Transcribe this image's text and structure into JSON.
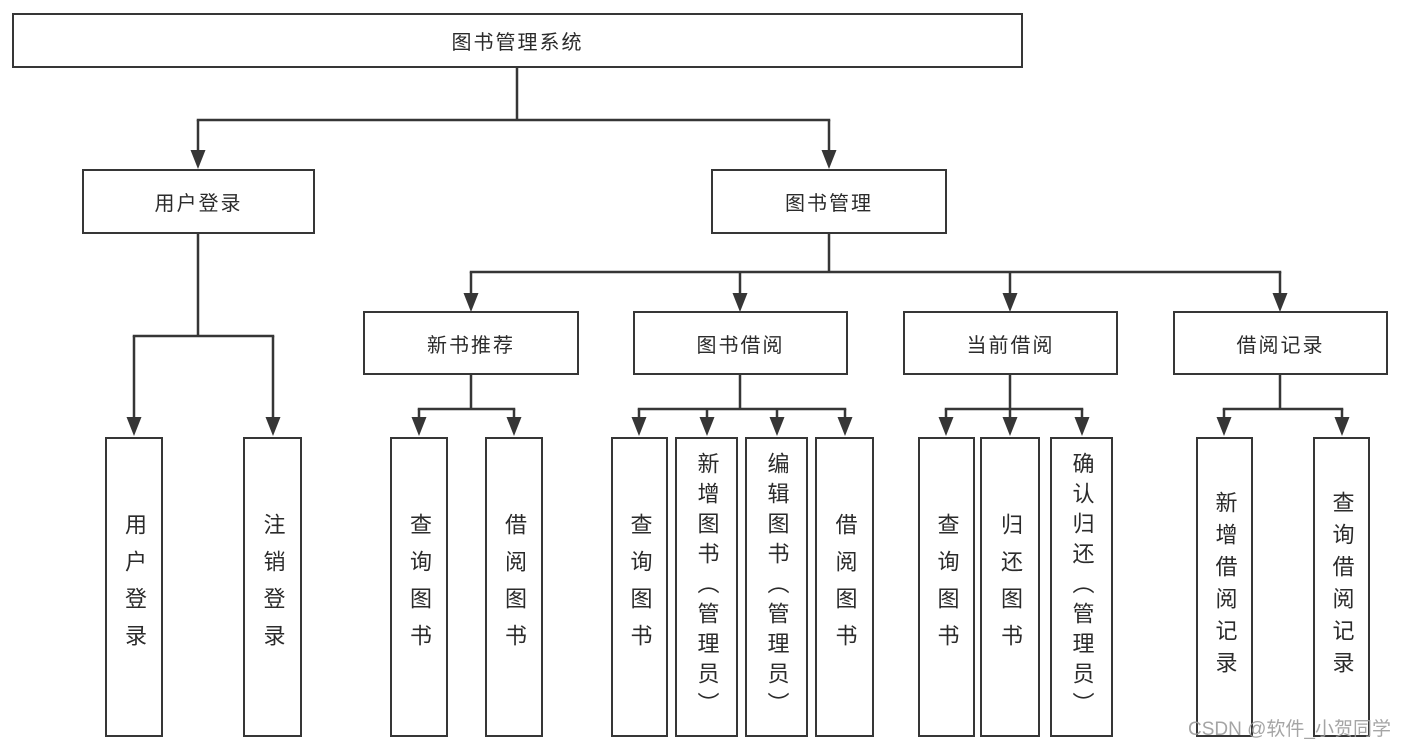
{
  "diagram": {
    "root": {
      "label": "图书管理系统"
    },
    "level2": [
      {
        "label": "用户登录"
      },
      {
        "label": "图书管理"
      }
    ],
    "level3": [
      {
        "label": "新书推荐"
      },
      {
        "label": "图书借阅"
      },
      {
        "label": "当前借阅"
      },
      {
        "label": "借阅记录"
      }
    ],
    "leaves": {
      "user_login": [
        {
          "label": "用户登录"
        },
        {
          "label": "注销登录"
        }
      ],
      "new_book_recommend": [
        {
          "label": "查询图书"
        },
        {
          "label": "借阅图书"
        }
      ],
      "book_borrowing": [
        {
          "label": "查询图书"
        },
        {
          "label": "新增图书（管理员）"
        },
        {
          "label": "编辑图书（管理员）"
        },
        {
          "label": "借阅图书"
        }
      ],
      "current_borrowing": [
        {
          "label": "查询图书"
        },
        {
          "label": "归还图书"
        },
        {
          "label": "确认归还（管理员）"
        }
      ],
      "borrowing_records": [
        {
          "label": "新增借阅记录"
        },
        {
          "label": "查询借阅记录"
        }
      ]
    }
  },
  "watermark": {
    "text": "CSDN @软件_小贺同学"
  },
  "colors": {
    "line": "#363636",
    "box_border": "#363636",
    "text": "#2b2b2b",
    "watermark": "#9c9c9c",
    "background": "#ffffff"
  }
}
